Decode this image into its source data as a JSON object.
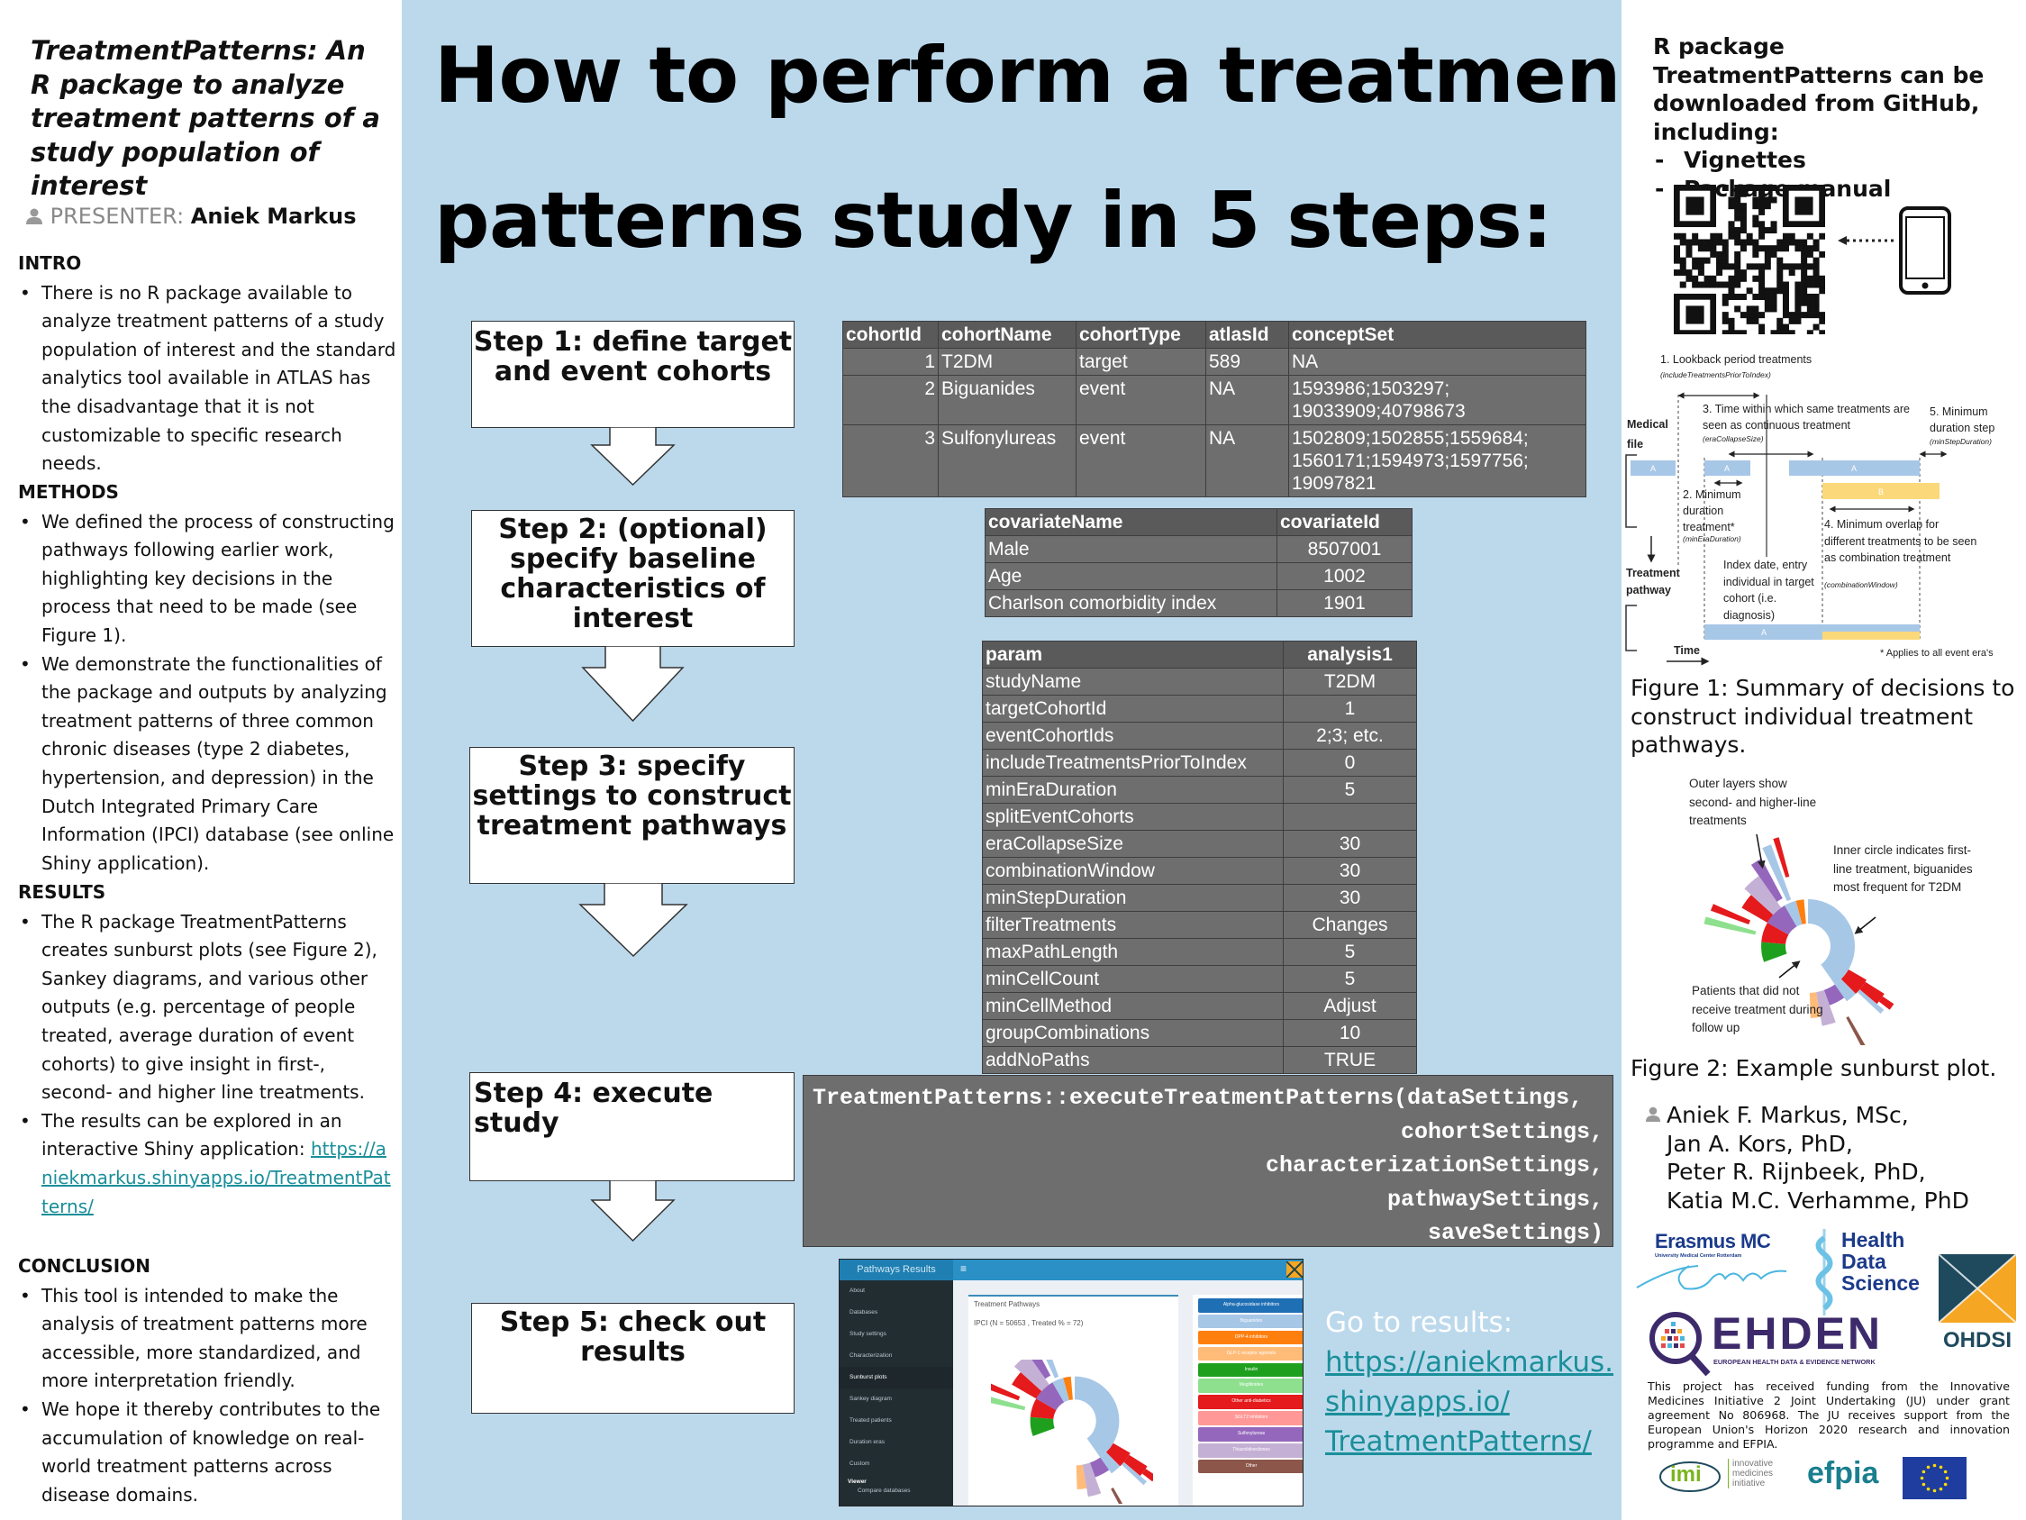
{
  "left": {
    "title": "TreatmentPatterns: An R package to analyze treatment patterns of a study population of interest",
    "presenter_label": "PRESENTER:",
    "presenter_name": "Aniek Markus",
    "intro": {
      "heading": "INTRO",
      "bullets": [
        "There is no R package available to analyze treatment patterns of a study population of interest and the standard analytics tool available in ATLAS has the disadvantage that it is not customizable to specific research needs."
      ]
    },
    "methods": {
      "heading": "METHODS",
      "bullets": [
        "We defined the process of constructing pathways following earlier work, highlighting key decisions in the process that need to be made (see Figure 1).",
        "We demonstrate the functionalities of the package and outputs by analyzing treatment patterns of three common chronic diseases (type 2 diabetes, hypertension, and depression) in the Dutch Integrated Primary Care Information (IPCI) database (see online Shiny application)."
      ]
    },
    "results": {
      "heading": "RESULTS",
      "bullets": [
        "The R package TreatmentPatterns creates sunburst plots (see Figure 2), Sankey diagrams, and various other outputs (e.g. percentage of people treated, average duration of event cohorts) to give insight in first-, second- and higher line treatments.",
        "The results can be explored in an interactive Shiny application:"
      ],
      "link": "https://aniekmarkus.shinyapps.io/TreatmentPatterns/"
    },
    "conclusion": {
      "heading": "CONCLUSION",
      "bullets": [
        "This tool is intended to make the analysis of treatment patterns more accessible, more standardized, and more interpretation friendly.",
        "We hope it thereby contributes to the accumulation of knowledge on real-world treatment patterns across disease domains."
      ]
    }
  },
  "center": {
    "title_line1": "How to perform a treatment",
    "title_line2": "patterns study in 5 steps:",
    "steps": [
      "Step 1: define target and event cohorts",
      "Step 2: (optional) specify baseline characteristics of interest",
      "Step 3: specify settings to construct treatment pathways",
      "Step 4: execute study",
      "Step 5: check out results"
    ],
    "cohort_table": {
      "headers": [
        "cohortId",
        "cohortName",
        "cohortType",
        "atlasId",
        "conceptSet"
      ],
      "rows": [
        [
          "1",
          "T2DM",
          "target",
          "589",
          "NA"
        ],
        [
          "2",
          "Biguanides",
          "event",
          "NA",
          "1593986;1503297; 19033909;40798673"
        ],
        [
          "3",
          "Sulfonylureas",
          "event",
          "NA",
          "1502809;1502855;1559684; 1560171;1594973;1597756; 19097821"
        ]
      ]
    },
    "covariate_table": {
      "headers": [
        "covariateName",
        "covariateId"
      ],
      "rows": [
        [
          "Male",
          "8507001"
        ],
        [
          "Age",
          "1002"
        ],
        [
          "Charlson comorbidity index",
          "1901"
        ]
      ]
    },
    "param_table": {
      "headers": [
        "param",
        "analysis1"
      ],
      "rows": [
        [
          "studyName",
          "T2DM"
        ],
        [
          "targetCohortId",
          "1"
        ],
        [
          "eventCohortIds",
          "2;3; etc."
        ],
        [
          "includeTreatmentsPriorToIndex",
          "0"
        ],
        [
          "minEraDuration",
          "5"
        ],
        [
          "splitEventCohorts",
          ""
        ],
        [
          "eraCollapseSize",
          "30"
        ],
        [
          "combinationWindow",
          "30"
        ],
        [
          "minStepDuration",
          "30"
        ],
        [
          "filterTreatments",
          "Changes"
        ],
        [
          "maxPathLength",
          "5"
        ],
        [
          "minCellCount",
          "5"
        ],
        [
          "minCellMethod",
          "Adjust"
        ],
        [
          "groupCombinations",
          "10"
        ],
        [
          "addNoPaths",
          "TRUE"
        ]
      ]
    },
    "code_lines": [
      "TreatmentPatterns::executeTreatmentPatterns(dataSettings,",
      "cohortSettings,",
      "characterizationSettings,",
      "pathwaySettings,",
      "saveSettings)"
    ],
    "app": {
      "brand": "Pathways Results",
      "menu_icon": "hamburger-icon",
      "nav": [
        "About",
        "Databases",
        "Study settings",
        "Characterization",
        "Sunburst plots",
        "Sankey diagram",
        "Treated patients",
        "Duration eras",
        "Custom"
      ],
      "nav_active": "Sunburst plots",
      "viewer_heading": "Viewer",
      "viewer_item": "Compare databases",
      "panel_title": "Treatment Pathways",
      "panel_subtitle": "IPCI (N = 50653 , Treated % = 72)",
      "legend": [
        {
          "label": "Alpha-glucosidase inhibitors",
          "color": "#1f6fb5"
        },
        {
          "label": "Biguanides",
          "color": "#a7c7e7"
        },
        {
          "label": "DPP-4 inhibitors",
          "color": "#ff7f0e"
        },
        {
          "label": "GLP-1 receptor agonists",
          "color": "#ffbb78"
        },
        {
          "label": "Insulin",
          "color": "#1ea01e"
        },
        {
          "label": "Meglitinides",
          "color": "#8ee08e"
        },
        {
          "label": "Other anti-diabetics",
          "color": "#e41a1c"
        },
        {
          "label": "SGLT2 inhibitors",
          "color": "#ff9896"
        },
        {
          "label": "Sulfonylureas",
          "color": "#9467bd"
        },
        {
          "label": "Thiazolidinediones",
          "color": "#c5b0d5"
        },
        {
          "label": "Other",
          "color": "#8c564b"
        }
      ]
    },
    "goto_label": "Go to results:",
    "goto_link_lines": [
      "https://aniekmarkus.",
      "shinyapps.io/",
      "TreatmentPatterns/"
    ]
  },
  "right": {
    "download_text": "R package TreatmentPatterns can be downloaded from GitHub, including:",
    "download_items": [
      "Vignettes",
      "Package manual"
    ],
    "figure1": {
      "label1": "1. Lookback period treatments",
      "param1": "(includeTreatmentsPriorToIndex)",
      "label2": "2. Minimum duration treatment*",
      "param2": "(minEraDuration)",
      "label3": "3. Time within which same treatments are seen as continuous treatment",
      "param3": "(eraCollapseSize)",
      "label4": "4. Minimum overlap for different treatments to be seen as combination treatment",
      "param4": "(combinationWindow)",
      "label5": "5. Minimum duration step",
      "param5": "(minStepDuration)",
      "medical_file": "Medical file",
      "treatment_pathway": "Treatment pathway",
      "index_date": "Index date, entry individual in target cohort (i.e. diagnosis)",
      "time": "Time",
      "footnote": "* Applies to all event era's",
      "bar_a": "A",
      "bar_b": "B",
      "caption": "Figure 1: Summary of decisions to construct individual treatment pathways."
    },
    "figure2": {
      "outer": "Outer layers show second- and higher-line treatments",
      "inner": "Inner circle indicates first-line treatment, biguanides most frequent for T2DM",
      "none": "Patients that did not receive treatment during follow up",
      "caption": "Figure 2: Example sunburst plot."
    },
    "authors": [
      "Aniek F. Markus, MSc,",
      "Jan A. Kors, PhD,",
      "Peter R. Rijnbeek, PhD,",
      "Katia M.C. Verhamme, PhD"
    ],
    "logos": {
      "erasmus": "Erasmus MC",
      "erasmus_sub": "University Medical Center Rotterdam",
      "hds": [
        "Health",
        "Data",
        "Science"
      ],
      "ehden": "EHDEN",
      "ehden_sub": "EUROPEAN HEALTH DATA & EVIDENCE NETWORK",
      "ohdsi": "OHDSI",
      "imi": "imi",
      "imi_sub": [
        "innovative",
        "medicines",
        "initiative"
      ],
      "efpia": "efpia"
    },
    "funding": "This project has received funding from the Innovative Medicines Initiative 2 Joint Undertaking (JU) under grant agreement No 806968. The JU receives support from the European Union's Horizon 2020 research and innovation programme and EFPIA."
  },
  "colors": {
    "center_bg": "#bcd9ec",
    "table_bg": "#6e6e6e",
    "link": "#1a8f9a",
    "biguanides": "#a7c7e7",
    "combination": "#fbd97a"
  }
}
